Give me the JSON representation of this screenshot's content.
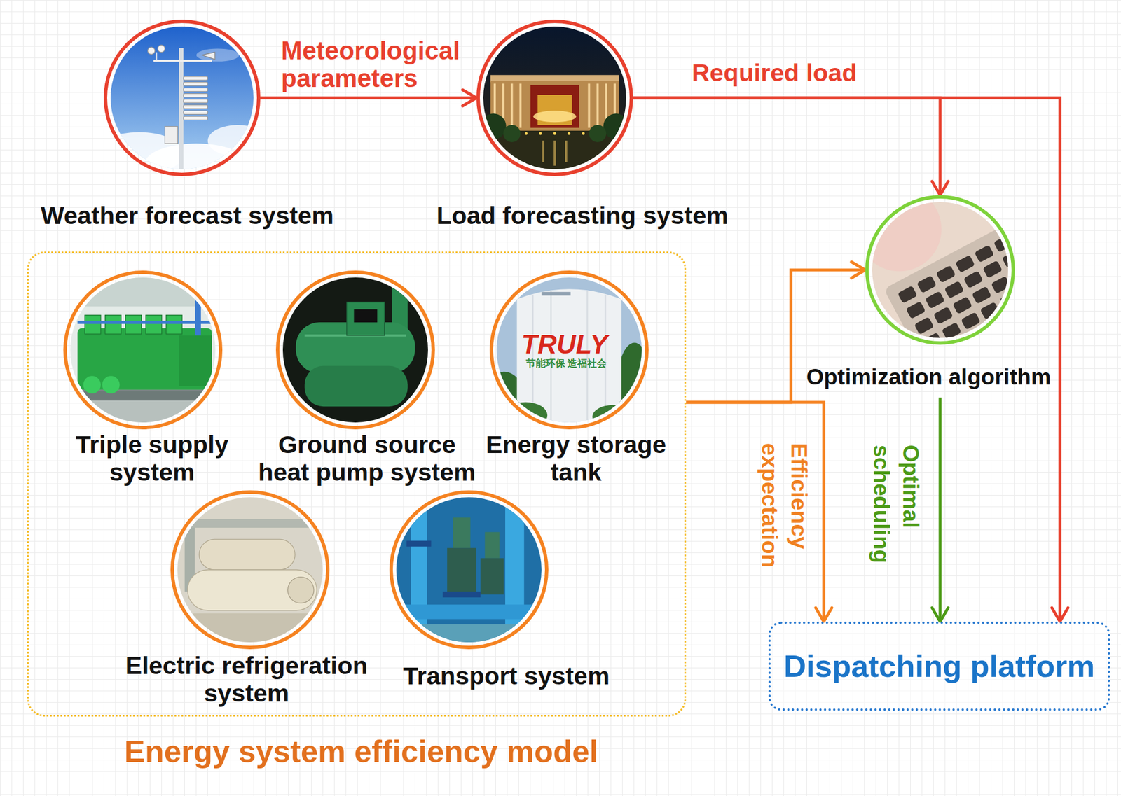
{
  "diagram": {
    "nodes": [
      {
        "text": [
          "Weather forecast system"
        ]
      },
      {
        "text": [
          "Load forecasting system"
        ]
      },
      {
        "text": [
          "Optimization algorithm"
        ]
      },
      {
        "text": [
          "Energy system efficiency model"
        ]
      },
      {
        "text": [
          "Triple supply system"
        ],
        "in": 3
      },
      {
        "text": [
          "Ground source heat pump system"
        ],
        "in": 3
      },
      {
        "text": [
          "Energy storage tank"
        ],
        "in": 3
      },
      {
        "text": [
          "Electric refrigeration system"
        ],
        "in": 3
      },
      {
        "text": [
          "Transport system"
        ],
        "in": 3
      },
      {
        "text": [
          "Dispatching platform"
        ]
      }
    ],
    "edges": [
      {
        "from": 0,
        "to": 1,
        "label": "Meteorological parameters",
        "arrow": "to"
      },
      {
        "from": 1,
        "to": 2,
        "label": "Required load",
        "arrow": "to"
      },
      {
        "from": 1,
        "to": 9,
        "arrow": "to"
      },
      {
        "from": 3,
        "to": 2,
        "arrow": "to"
      },
      {
        "from": 3,
        "to": 9,
        "label": "Efficiency expectation",
        "arrow": "to"
      },
      {
        "from": 2,
        "to": 9,
        "label": "Optimal scheduling",
        "arrow": "to"
      }
    ],
    "labels": [
      "TRULY",
      "节能环保 造福社会"
    ]
  }
}
